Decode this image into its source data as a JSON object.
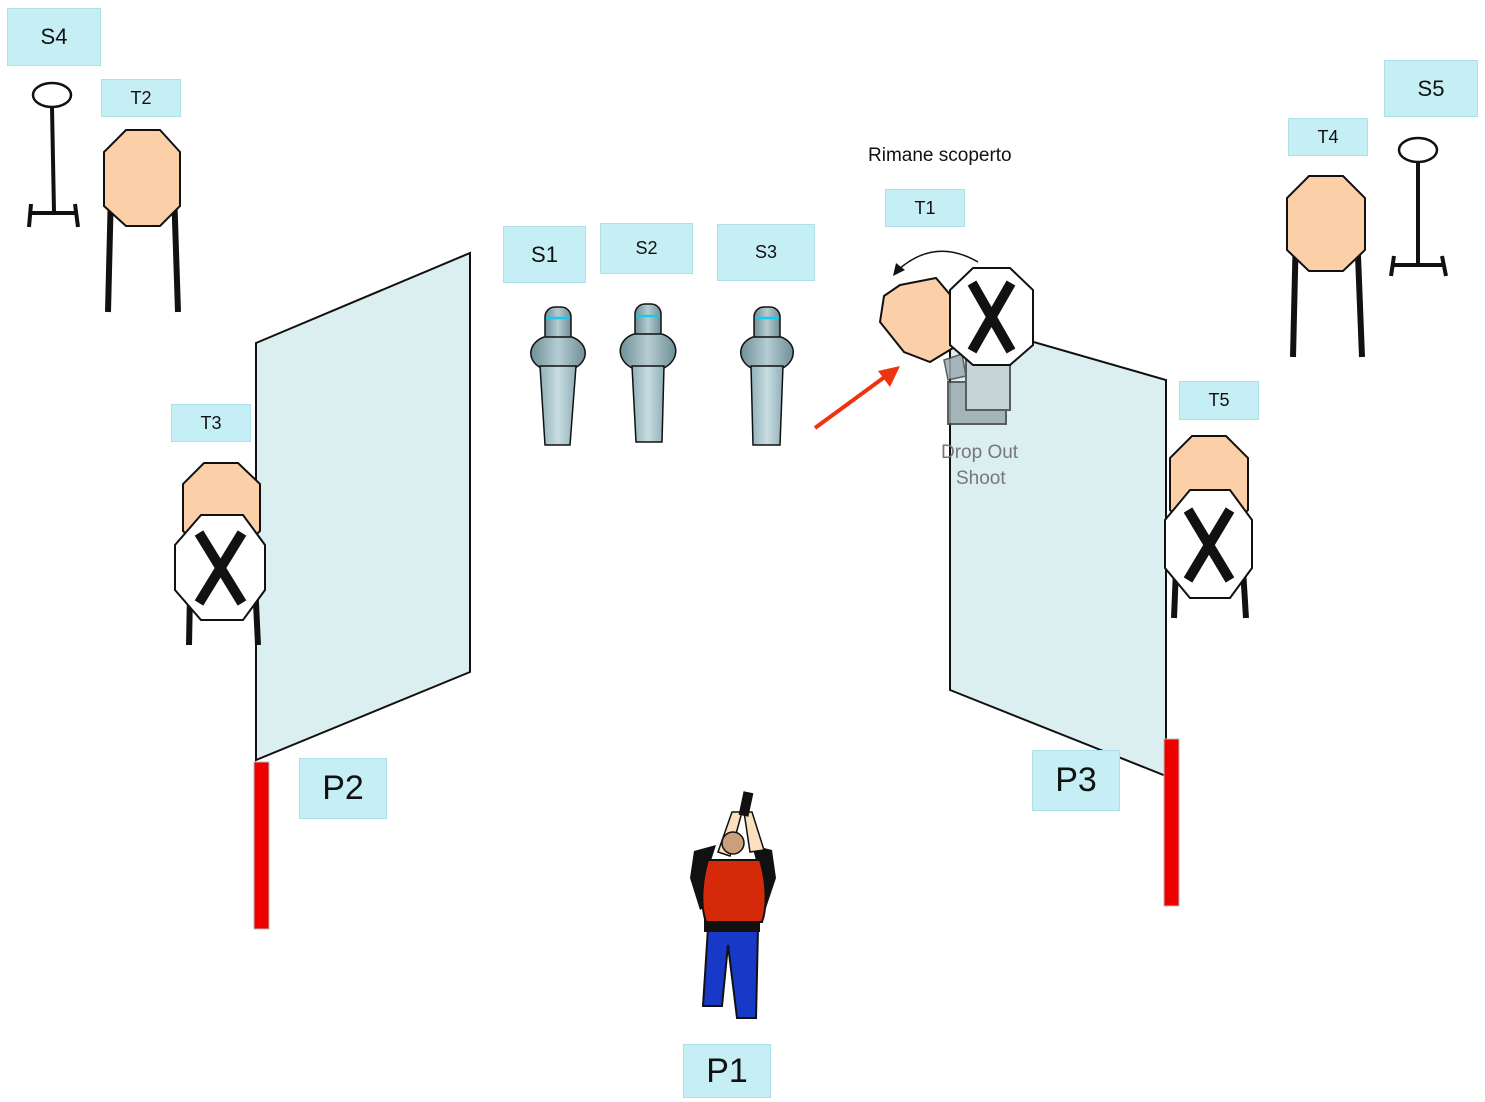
{
  "labels": {
    "S1": "S1",
    "S2": "S2",
    "S3": "S3",
    "S4": "S4",
    "S5": "S5",
    "T1": "T1",
    "T2": "T2",
    "T3": "T3",
    "T4": "T4",
    "T5": "T5",
    "P1": "P1",
    "P2": "P2",
    "P3": "P3"
  },
  "annotations": {
    "t1_note": "Rimane  scoperto",
    "drop_line1": "Drop Out",
    "drop_line2": "Shoot"
  },
  "no_shoot_mark": "X",
  "colors": {
    "label_bg": "#c6eef5",
    "target_fill": "#fbd0a8",
    "wall_fill": "#dbeff1",
    "fault_line": "#ee0000",
    "arrow": "#ee3311",
    "shooter_shirt": "#d42a0a",
    "shooter_pants": "#1838c8",
    "silhouette": "#a9c2c8"
  }
}
